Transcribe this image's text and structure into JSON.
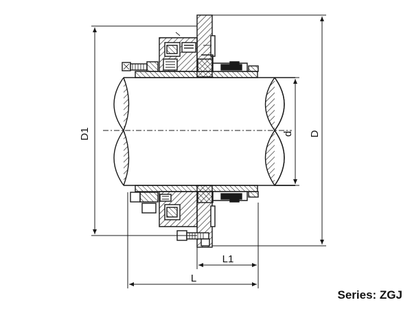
{
  "dimensions": {
    "D1": "D1",
    "D": "D",
    "d": "d",
    "L": "L",
    "L1": "L1"
  },
  "series": {
    "text": "Series: ZGJ"
  },
  "colors": {
    "line": "#1a1a1a",
    "background": "#ffffff"
  }
}
